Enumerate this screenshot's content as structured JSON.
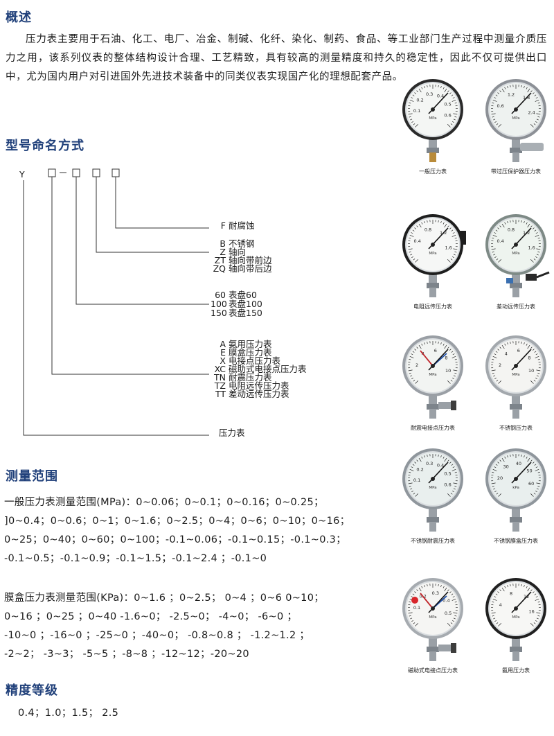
{
  "overview": {
    "heading": "概述",
    "text": "压力表主要用于石油、化工、电厂、冶金、制碱、化纤、染化、制药、食品、等工业部门生产过程中测量介质压力之用，该系列仪表的整体结构设计合理、工艺精致，具有较高的测量精度和持久的稳定性，因此不仅可提供出口中，尤为国内用户对引进国外先进技术装备中的同类仪表实现国产化的理想配套产品。"
  },
  "model": {
    "heading": "型号命名方式",
    "prefix": "Y",
    "dash1": "-",
    "dash2": "-",
    "groups": [
      {
        "items": [
          {
            "code": "F",
            "desc": "耐腐蚀"
          }
        ]
      },
      {
        "items": [
          {
            "code": "B",
            "desc": "不锈钢"
          },
          {
            "code": "Z",
            "desc": "轴向"
          },
          {
            "code": "ZT",
            "desc": "轴向带前边"
          },
          {
            "code": "ZQ",
            "desc": "轴向带后边"
          }
        ]
      },
      {
        "items": [
          {
            "code": "60",
            "desc": "表盘60"
          },
          {
            "code": "100",
            "desc": "表盘100"
          },
          {
            "code": "150",
            "desc": "表盘150"
          }
        ]
      },
      {
        "items": [
          {
            "code": "A",
            "desc": "氨用压力表"
          },
          {
            "code": "E",
            "desc": "膜盒压力表"
          },
          {
            "code": "X",
            "desc": "电接点压力表"
          },
          {
            "code": "XC",
            "desc": "磁助式电接点压力表"
          },
          {
            "code": "TN",
            "desc": "耐震压力表"
          },
          {
            "code": "TZ",
            "desc": "电阻远传压力表"
          },
          {
            "code": "TT",
            "desc": "差动远传压力表"
          }
        ]
      },
      {
        "items": [
          {
            "code": "",
            "desc": "压力表"
          }
        ]
      }
    ]
  },
  "range": {
    "heading": "测量范围",
    "general_lines": [
      "一般压力表测量范围(MPa)：0~0.06；0~0.1；0~0.16；0~0.25；",
      "]0~0.4；0~0.6；0~1；0~1.6；0~2.5；0~4；0~6；0~10；0~16；",
      "0~25；0~40；0~60；0~100；-0.1~0.06；-0.1~0.15；-0.1~0.3；",
      "-0.1~0.5；-0.1~0.9；-0.1~1.5；-0.1~2.4 ；-0.1~0"
    ],
    "capsule_lines": [
      "膜盒压力表测量范围(KPa)：0~1.6 ；0~2.5； 0~4 ；0~6 0~10；",
      "0~16 ；0~25 ；0~40 -1.6~0； -2.5~0； -4~0； -6~0 ；",
      "-10~0 ；-16~0 ；-25~0 ；-40~0； -0.8~0.8 ； -1.2~1.2 ；",
      "-2~2； -3~3； -5~5 ；-8~8 ；-12~12；-20~20"
    ]
  },
  "accuracy": {
    "heading": "精度等级",
    "text": "0.4；1.0；1.5； 2.5"
  },
  "gauges": [
    {
      "caption": "一般压力表",
      "bezel": "#2a2a2a",
      "dial": "#f4f6f4",
      "ticks": [
        "0.1",
        "0.2",
        "0.3",
        "0.4",
        "0.5",
        "0.6"
      ],
      "unit": "MPa",
      "needle": "#111111",
      "extra": "none"
    },
    {
      "caption": "带过压保护器压力表",
      "bezel": "#8c9096",
      "dial": "#eef2f0",
      "ticks": [
        "0.6",
        "1.2",
        "1.8",
        "2.4"
      ],
      "unit": "MPa",
      "needle": "#111111",
      "extra": "protector"
    },
    {
      "caption": "电阻远传压力表",
      "bezel": "#1e1e1e",
      "dial": "#f6f7f6",
      "ticks": [
        "0.4",
        "0.8",
        "1.2",
        "1.6"
      ],
      "unit": "MPa",
      "needle": "#111111",
      "extra": "box"
    },
    {
      "caption": "差动远传压力表",
      "bezel": "#7e8a86",
      "dial": "#eef4ef",
      "ticks": [
        "0.4",
        "0.8",
        "1.2",
        "1.6"
      ],
      "unit": "MPa",
      "needle": "#111111",
      "extra": "cable"
    },
    {
      "caption": "耐震电接点压力表",
      "bezel": "#9a9fa5",
      "dial": "#f2f4f2",
      "ticks": [
        "2",
        "4",
        "6",
        "8",
        "10"
      ],
      "unit": "MPa",
      "needle": "#111111",
      "extra": "contact"
    },
    {
      "caption": "不锈钢压力表",
      "bezel": "#a3a8ad",
      "dial": "#f4f4f2",
      "ticks": [
        "2",
        "4",
        "6",
        "8",
        "10"
      ],
      "unit": "MPa",
      "needle": "#111111",
      "extra": "none"
    },
    {
      "caption": "不锈钢耐震压力表",
      "bezel": "#8f969c",
      "dial": "#e9efee",
      "ticks": [
        "0.1",
        "0.2",
        "0.3",
        "0.4",
        "0.5",
        "0.6"
      ],
      "unit": "MPa",
      "needle": "#111111",
      "extra": "none"
    },
    {
      "caption": "不锈钢膜盒压力表",
      "bezel": "#8f969c",
      "dial": "#e9efee",
      "ticks": [
        "20",
        "30",
        "40",
        "50",
        "60"
      ],
      "unit": "kPa",
      "needle": "#111111",
      "extra": "none"
    },
    {
      "caption": "磁助式电接点压力表",
      "bezel": "#a6abb0",
      "dial": "#f5f5f3",
      "ticks": [
        "0.1",
        "0.2",
        "0.3",
        "0.4",
        "0.5"
      ],
      "unit": "MPa",
      "needle": "#111111",
      "extra": "magnet"
    },
    {
      "caption": "氨用压力表",
      "bezel": "#202020",
      "dial": "#f7f7f5",
      "ticks": [
        "4",
        "8",
        "12",
        "16"
      ],
      "unit": "MPa",
      "needle": "#111111",
      "extra": "none"
    }
  ]
}
